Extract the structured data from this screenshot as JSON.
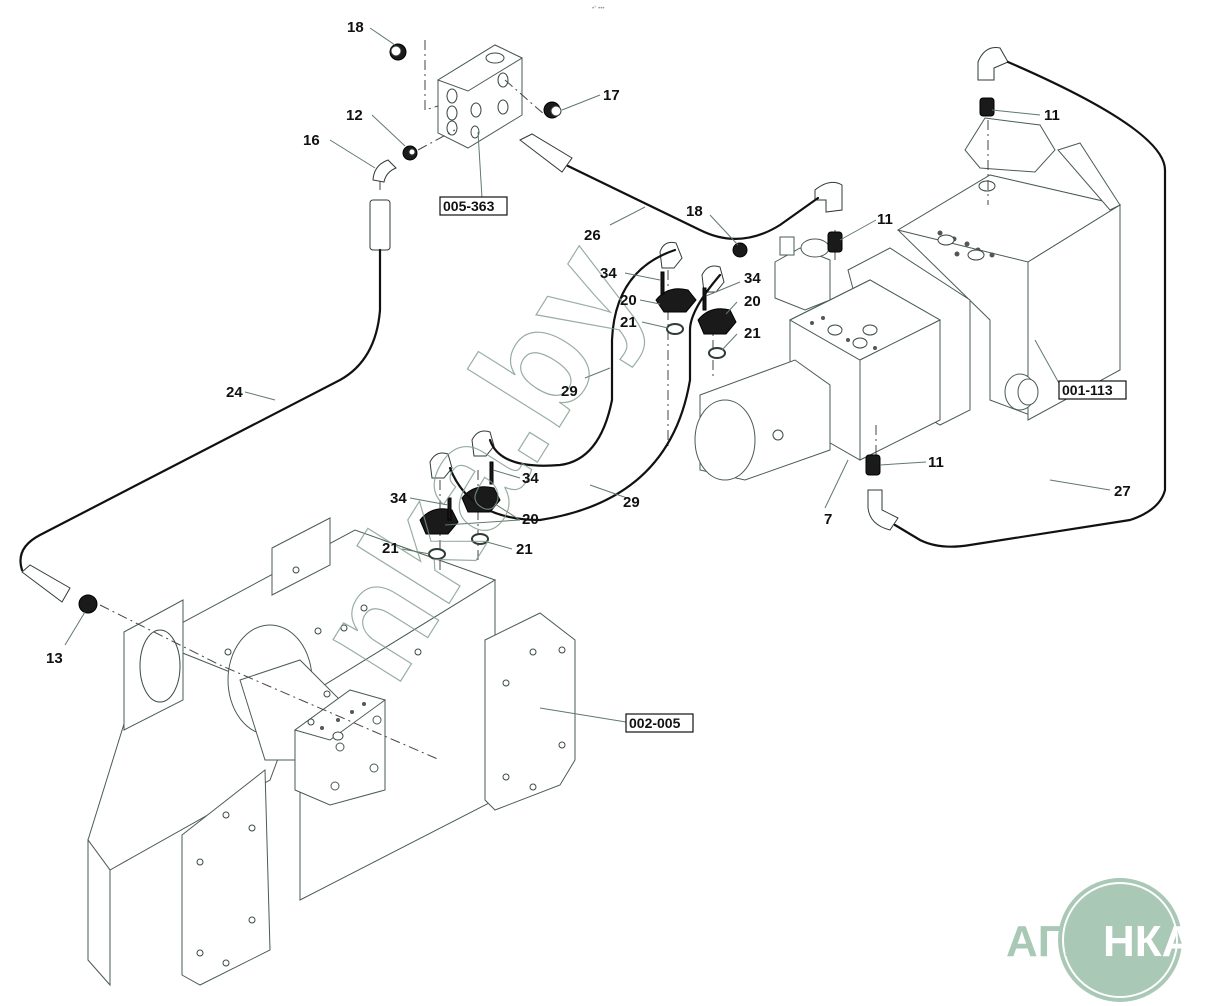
{
  "diagram": {
    "type": "exploded-parts-view",
    "subject": "Hydraulic hose and fitting assembly",
    "header_mark": "•° •••",
    "callouts": [
      {
        "id": "c18a",
        "label": "18"
      },
      {
        "id": "c17",
        "label": "17"
      },
      {
        "id": "c12",
        "label": "12"
      },
      {
        "id": "c16",
        "label": "16"
      },
      {
        "id": "c11a",
        "label": "11"
      },
      {
        "id": "c18b",
        "label": "18"
      },
      {
        "id": "c26",
        "label": "26"
      },
      {
        "id": "c11b",
        "label": "11"
      },
      {
        "id": "c34a",
        "label": "34"
      },
      {
        "id": "c34b",
        "label": "34"
      },
      {
        "id": "c20a",
        "label": "20"
      },
      {
        "id": "c20b",
        "label": "20"
      },
      {
        "id": "c21a",
        "label": "21"
      },
      {
        "id": "c21b",
        "label": "21"
      },
      {
        "id": "c29a",
        "label": "29"
      },
      {
        "id": "c24",
        "label": "24"
      },
      {
        "id": "c34c",
        "label": "34"
      },
      {
        "id": "c34d",
        "label": "34"
      },
      {
        "id": "c29b",
        "label": "29"
      },
      {
        "id": "c20c",
        "label": "20"
      },
      {
        "id": "c21c",
        "label": "21"
      },
      {
        "id": "c21d",
        "label": "21"
      },
      {
        "id": "c11c",
        "label": "11"
      },
      {
        "id": "c7",
        "label": "7"
      },
      {
        "id": "c27",
        "label": "27"
      },
      {
        "id": "c13",
        "label": "13"
      }
    ],
    "assembly_refs": [
      {
        "id": "a005363",
        "label": "005-363"
      },
      {
        "id": "a001113",
        "label": "001-113"
      },
      {
        "id": "a002005",
        "label": "002-005"
      }
    ],
    "watermark": "nka.by",
    "logo": {
      "left": "АГРО",
      "right": "НКА",
      "color": "#a9c8b6"
    }
  }
}
